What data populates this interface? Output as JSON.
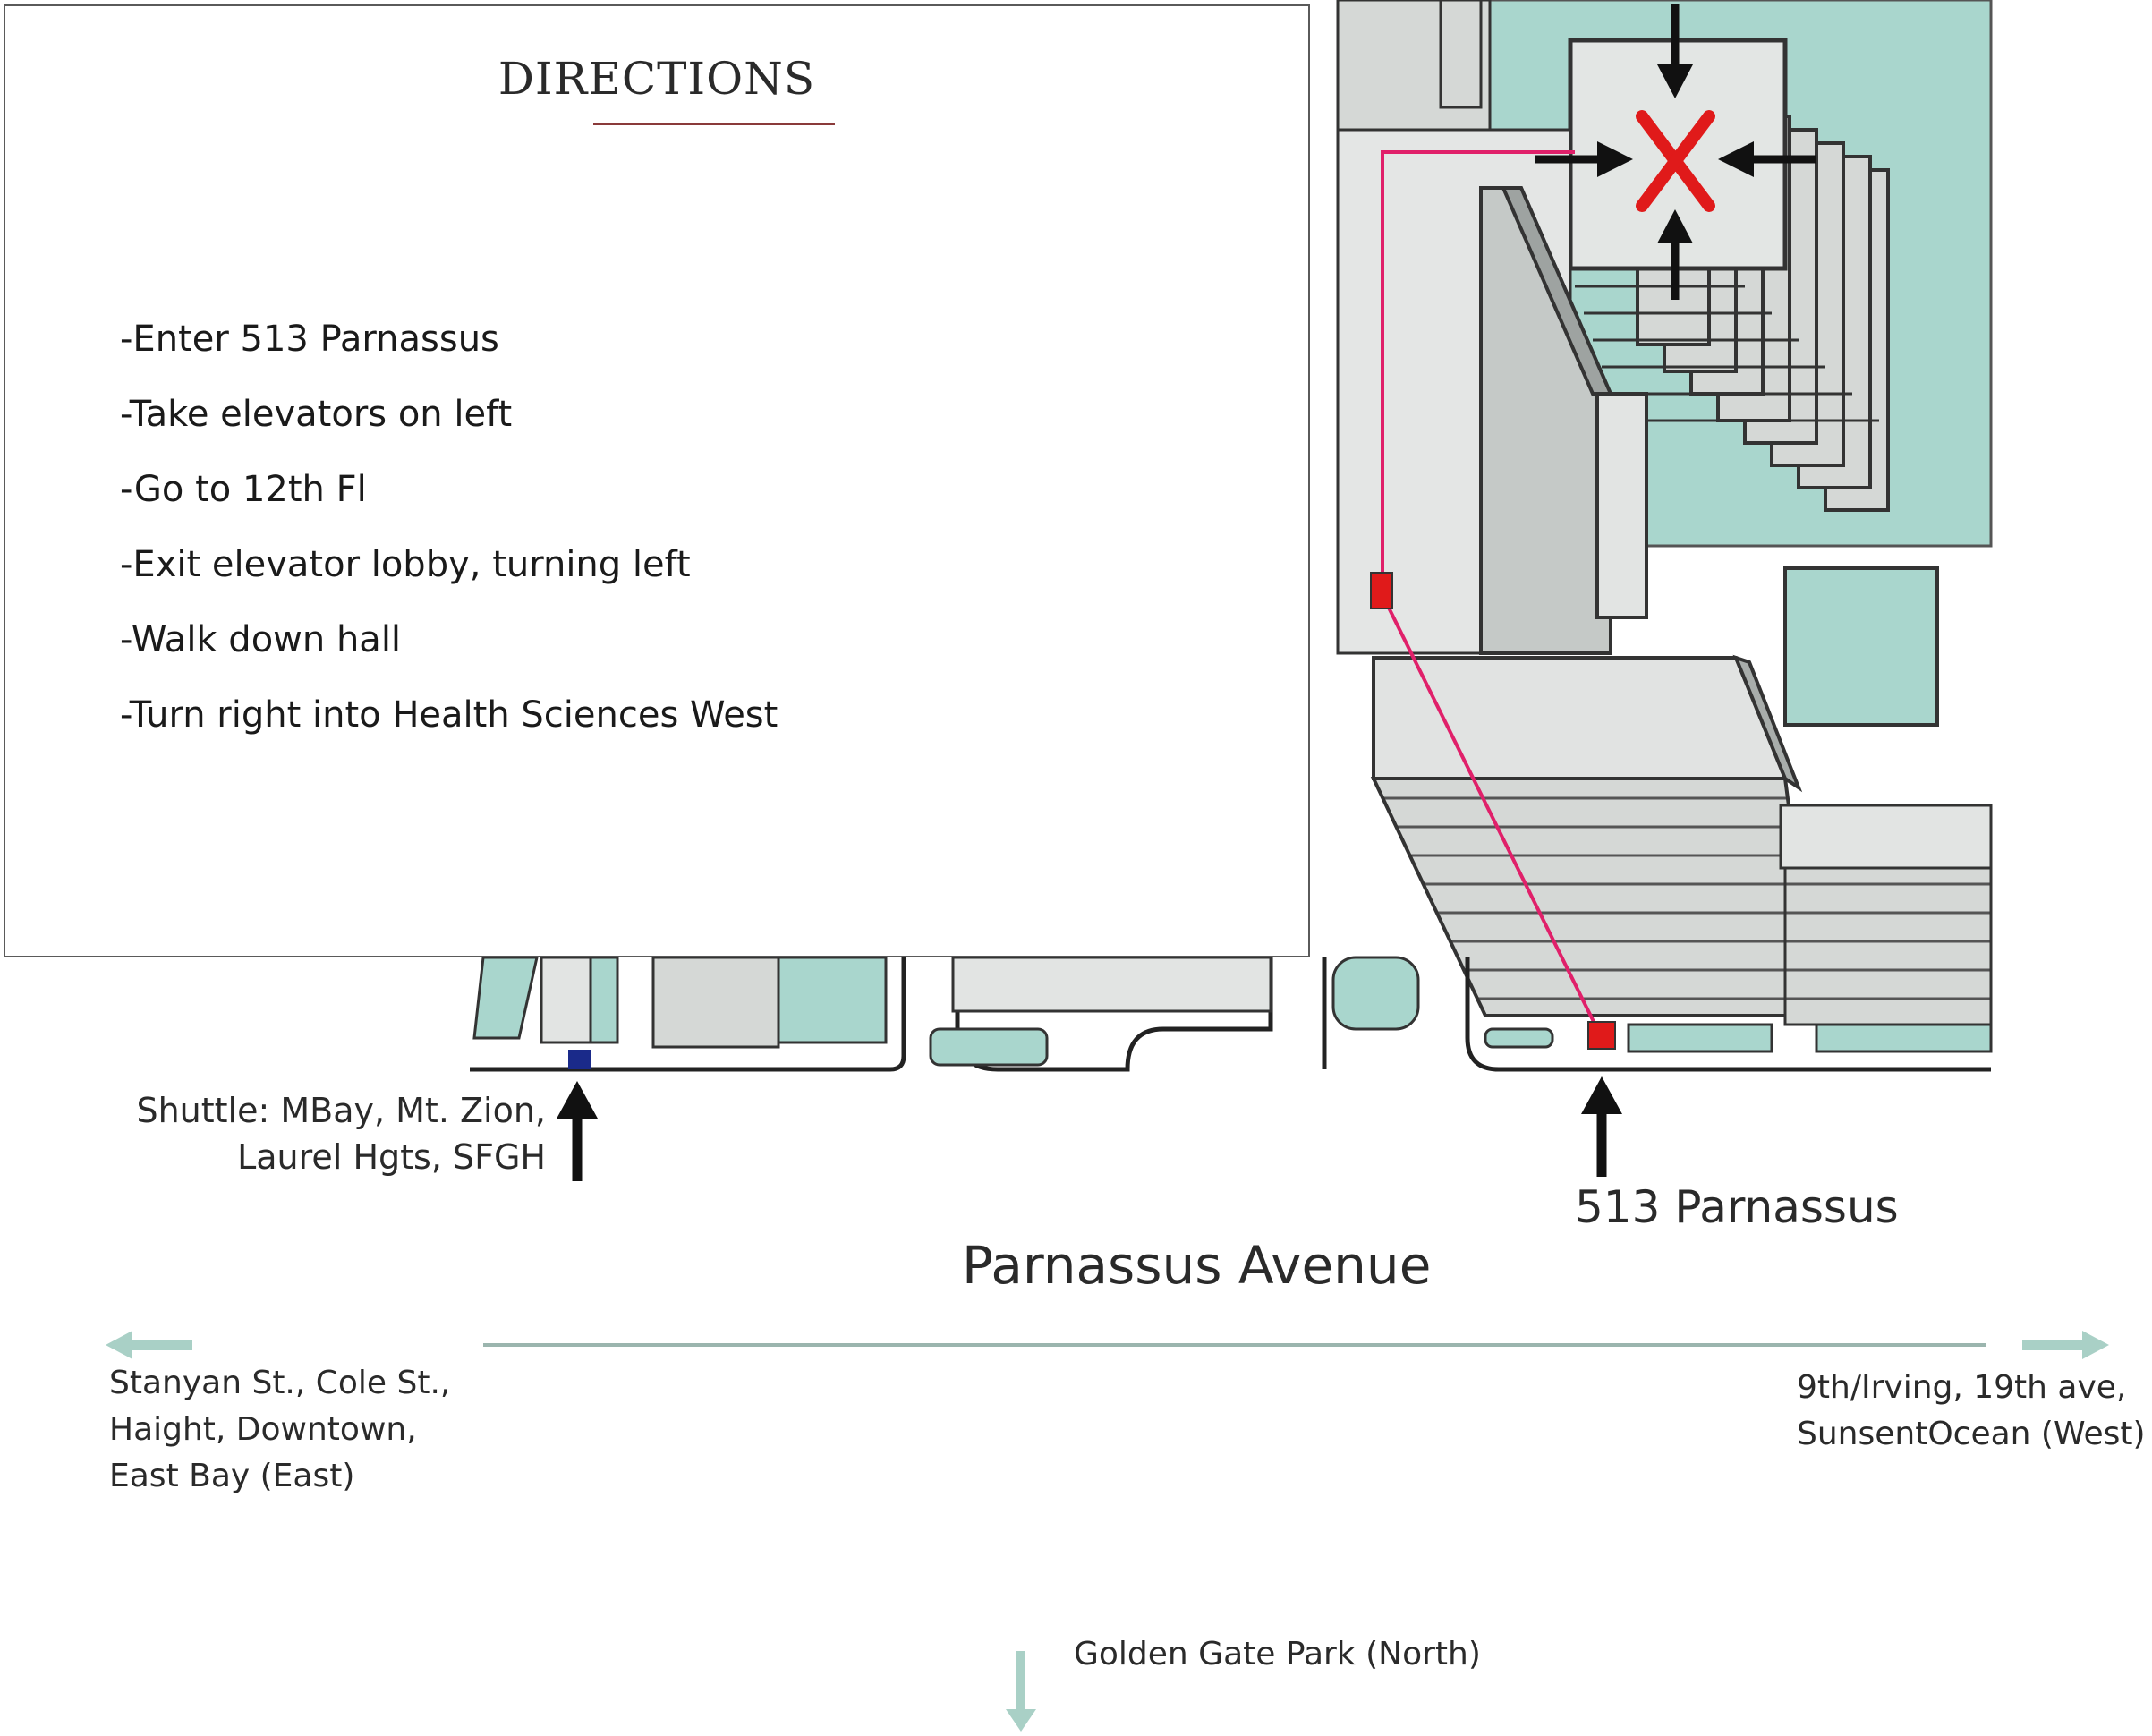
{
  "panel": {
    "title": "DIRECTIONS",
    "steps": [
      "-Enter 513 Parnassus",
      "-Take elevators on left",
      "-Go to 12th Fl",
      "-Exit elevator lobby, turning left",
      "-Walk down hall",
      "-Turn right into Health Sciences West"
    ]
  },
  "labels": {
    "shuttle_line1": "Shuttle: MBay, Mt. Zion,",
    "shuttle_line2": "Laurel Hgts, SFGH",
    "entrance": "513 Parnassus",
    "street": "Parnassus Avenue",
    "east_line1": "Stanyan St., Cole St.,",
    "east_line2": "Haight, Downtown,",
    "east_line3": "East Bay (East)",
    "west_line1": "9th/Irving, 19th ave,",
    "west_line2": "SunsentOcean (West)",
    "north": "Golden Gate Park (North)"
  },
  "colors": {
    "building_teal": "#a9d6cd",
    "building_gray": "#d5d8d6",
    "route": "#e0206a",
    "marker_red": "#e01a1a",
    "shuttle_marker": "#1a2a8a",
    "direction_arrows": "#a9d0c6"
  },
  "icons": {
    "destination": "x-mark-icon",
    "entrance": "arrow-up-icon",
    "east": "arrow-left-icon",
    "west": "arrow-right-icon",
    "north": "arrow-down-icon"
  }
}
